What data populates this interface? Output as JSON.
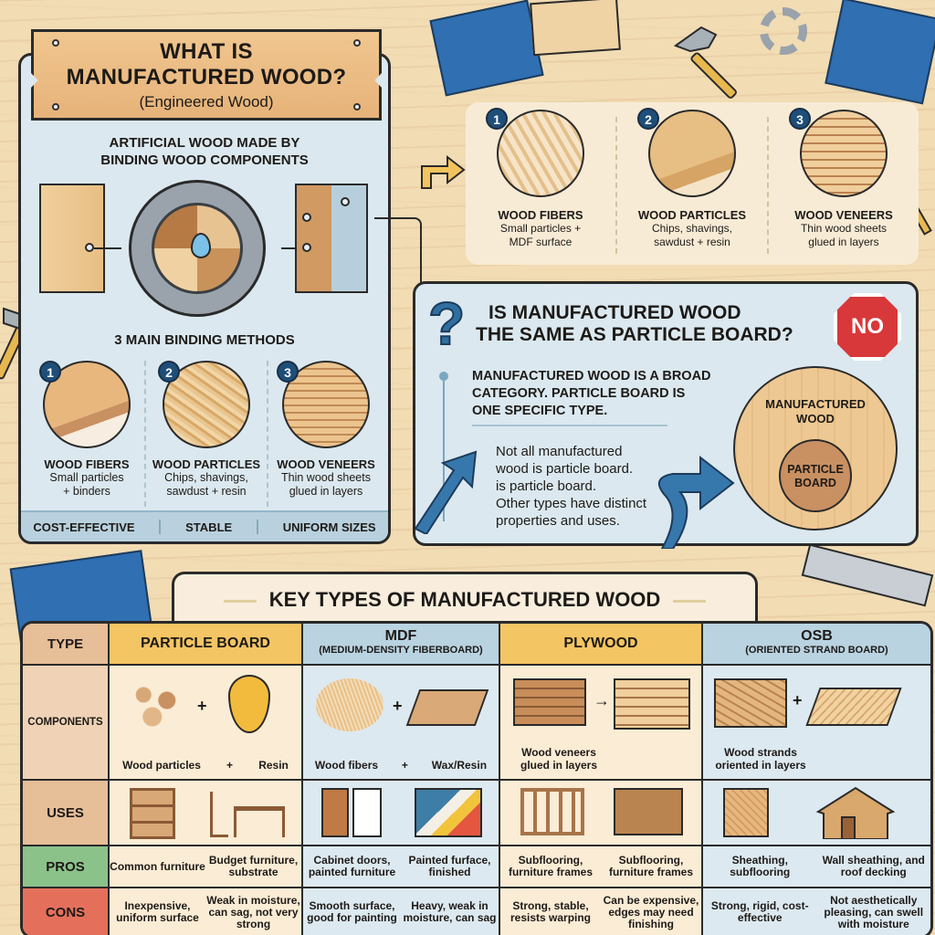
{
  "title_sign": {
    "title": "WHAT IS MANUFACTURED WOOD?",
    "title_line1": "WHAT IS",
    "title_line2": "MANUFACTURED WOOD?",
    "subtitle": "(Engineered Wood)"
  },
  "left_panel": {
    "definition_line1": "ARTIFICIAL WOOD MADE BY",
    "definition_line2": "BINDING WOOD COMPONENTS",
    "methods_heading": "3 MAIN BINDING METHODS",
    "methods": [
      {
        "number": "1",
        "name": "WOOD FIBERS",
        "desc_line1": "Small particles",
        "desc_line2": "+ binders"
      },
      {
        "number": "2",
        "name": "WOOD PARTICLES",
        "desc_line1": "Chips, shavings,",
        "desc_line2": "sawdust + resin"
      },
      {
        "number": "3",
        "name": "WOOD VENEERS",
        "desc_line1": "Thin wood sheets",
        "desc_line2": "glued in layers"
      }
    ],
    "benefits": [
      "COST-EFFECTIVE",
      "STABLE",
      "UNIFORM SIZES"
    ]
  },
  "types_card": {
    "items": [
      {
        "number": "1",
        "name": "WOOD FIBERS",
        "desc_line1": "Small particles +",
        "desc_line2": "MDF surface"
      },
      {
        "number": "2",
        "name": "WOOD PARTICLES",
        "desc_line1": "Chips, shavings,",
        "desc_line2": "sawdust + resin"
      },
      {
        "number": "3",
        "name": "WOOD VENEERS",
        "desc_line1": "Thin wood sheets",
        "desc_line2": "glued in layers"
      }
    ]
  },
  "question_panel": {
    "question_icon": "?",
    "title_line1": "IS MANUFACTURED WOOD",
    "title_line2": "THE SAME AS PARTICLE BOARD?",
    "answer": "NO",
    "statement_line1": "MANUFACTURED WOOD IS A BROAD",
    "statement_line2": "CATEGORY. PARTICLE BOARD IS",
    "statement_line3": "ONE SPECIFIC TYPE.",
    "note_line1": "Not all manufactured",
    "note_line2": "wood is particle board.",
    "note_line3": " is particle board.",
    "note_line4": "Other types have distinct",
    "note_line5": "properties and uses.",
    "venn_outer_line1": "MANUFACTURED",
    "venn_outer_line2": "WOOD",
    "venn_inner_line1": "PARTICLE",
    "venn_inner_line2": "BOARD"
  },
  "table": {
    "title": "KEY TYPES OF MANUFACTURED WOOD",
    "row_labels": {
      "type": "TYPE",
      "components": "COMPONENTS",
      "uses": "USES",
      "pros": "PROS",
      "cons": "CONS"
    },
    "columns": [
      {
        "name": "PARTICLE BOARD",
        "subtitle": "",
        "components": [
          "Wood particles",
          "+",
          "Resin"
        ],
        "pros": [
          "Common furniture",
          "Budget furniture, substrate"
        ],
        "cons": [
          "Inexpensive, uniform surface",
          "Weak in moisture, can sag, not very strong"
        ]
      },
      {
        "name": "MDF",
        "subtitle": "(MEDIUM-DENSITY FIBERBOARD)",
        "components": [
          "Wood fibers",
          "+",
          "Wax/Resin"
        ],
        "pros": [
          "Cabinet doors, painted furniture",
          "Painted furface, finished"
        ],
        "cons": [
          "Smooth surface, good for painting",
          "Heavy, weak in moisture, can sag"
        ]
      },
      {
        "name": "PLYWOOD",
        "subtitle": "",
        "components": [
          "Wood veneers glued in layers"
        ],
        "pros": [
          "Subflooring, furniture frames",
          "Subflooring, furniture frames"
        ],
        "cons": [
          "Strong, stable, resists warping",
          "Can be expensive, edges may need finishing"
        ]
      },
      {
        "name": "OSB",
        "subtitle": "(ORIENTED STRAND BOARD)",
        "components": [
          "Wood strands oriented in layers"
        ],
        "pros": [
          "Sheathing, subflooring",
          "Wall sheathing, and roof decking"
        ],
        "cons": [
          "Strong, rigid, cost-effective",
          "Not aesthetically pleasing, can swell with moisture"
        ]
      }
    ]
  },
  "colors": {
    "panel_blue": "#dbe8ef",
    "badge_blue": "#1f4e79",
    "header_yellow": "#f4c563",
    "header_blue": "#b9d3e1",
    "pros_green": "#8bc28a",
    "cons_red": "#e4705c",
    "stop_red": "#d8383a",
    "wood_tan": "#e6be98"
  }
}
